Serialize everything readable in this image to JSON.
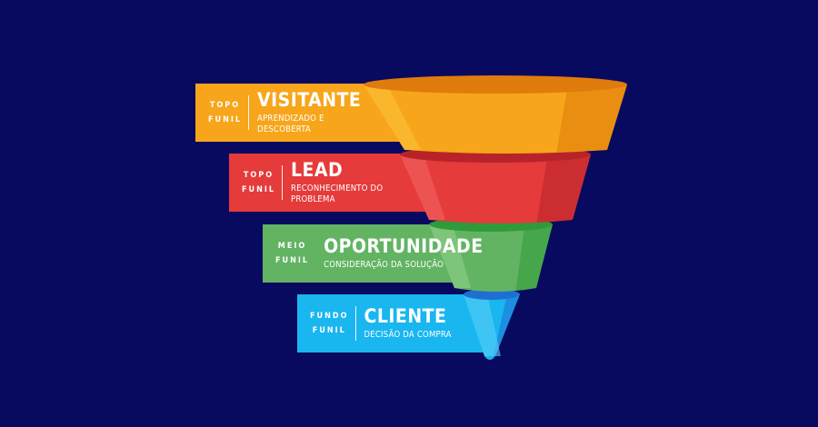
{
  "background_color": "#070a5e",
  "stages": [
    {
      "position_line1": "TOPO",
      "position_line2": "FUNIL",
      "name": "VISITANTE",
      "description": "APRENDIZADO E DESCOBERTA",
      "color": "#f7a51a",
      "dark": "#e07b0d",
      "light": "#fbc23a"
    },
    {
      "position_line1": "TOPO",
      "position_line2": "FUNIL",
      "name": "LEAD",
      "description": "RECONHECIMENTO DO PROBLEMA",
      "color": "#e53b3a",
      "dark": "#b8232a",
      "light": "#f26561"
    },
    {
      "position_line1": "MEIO",
      "position_line2": "FUNIL",
      "name": "OPORTUNIDADE",
      "description": "CONSIDERAÇÃO DA SOLUÇÃO",
      "color": "#62b463",
      "dark": "#2f9a3a",
      "light": "#8fd08c"
    },
    {
      "position_line1": "FUNDO",
      "position_line2": "FUNIL",
      "name": "CLIENTE",
      "description": "DECISÃO DA COMPRA",
      "color": "#19b6f0",
      "dark": "#1f6fd3",
      "light": "#58cff7"
    }
  ]
}
